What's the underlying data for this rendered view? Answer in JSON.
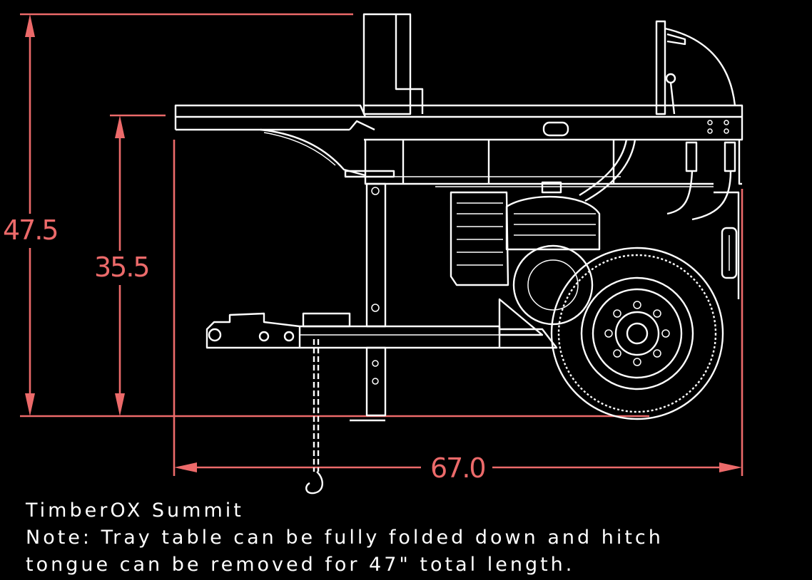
{
  "dimensions": {
    "overall_height": "47.5",
    "deck_height": "35.5",
    "overall_length": "67.0"
  },
  "caption": {
    "title": "TimberOX Summit",
    "note_line1": "Note: Tray table can be fully folded down and hitch",
    "note_line2": "tongue can be removed for 47\" total length."
  },
  "colors": {
    "background": "#000000",
    "dimension": "#ec6a6a",
    "linework": "#ffffff"
  }
}
